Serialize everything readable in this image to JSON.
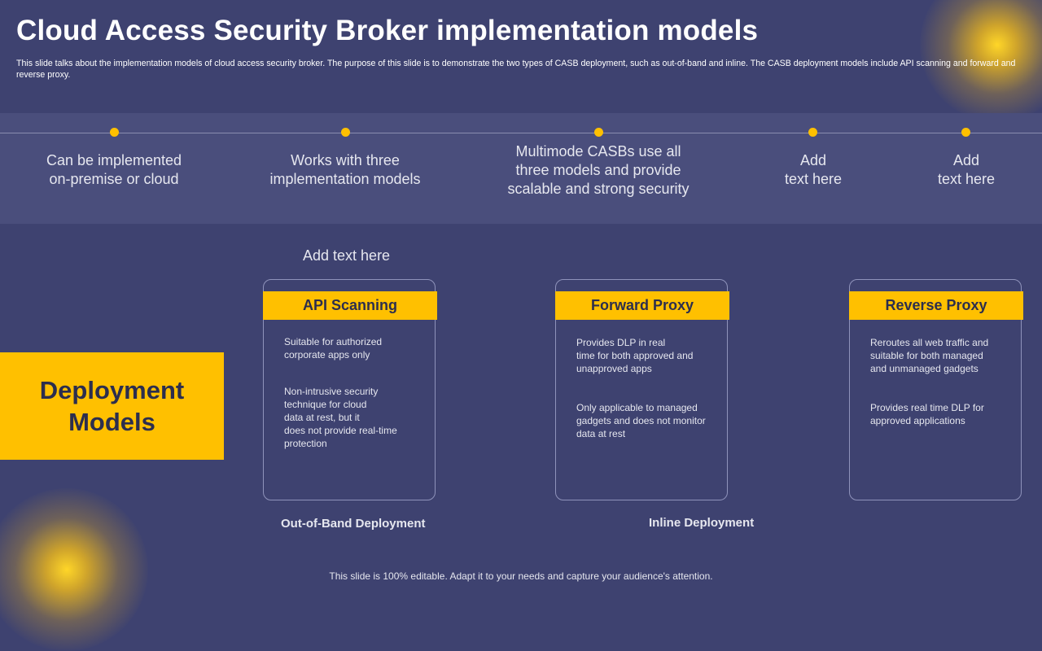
{
  "slide": {
    "title": "Cloud Access Security Broker implementation models",
    "subtitle": "This slide talks about the implementation models of cloud access security broker. The purpose of this slide is to demonstrate the two types of CASB deployment, such as out-of-band and inline. The CASB deployment models include API scanning and forward and reverse proxy.",
    "footer": "This slide is 100% editable. Adapt it to your needs and capture your audience's attention.",
    "accent_color": "#ffc000",
    "background_color": "#3e4270"
  },
  "timeline": {
    "points": [
      {
        "text": "Can be implemented\non-premise or cloud"
      },
      {
        "text": "Works with three\nimplementation models"
      },
      {
        "text": "Multimode CASBs use all\nthree models and provide\nscalable and strong security"
      },
      {
        "text": "Add\ntext here"
      },
      {
        "text": "Add\ntext here"
      }
    ]
  },
  "deployment": {
    "label": "Deployment\nModels",
    "add_text": "Add text here",
    "out_of_band_label": "Out-of-Band Deployment",
    "inline_label": "Inline Deployment"
  },
  "cards": [
    {
      "title": "API Scanning",
      "paragraphs": [
        "Suitable for  authorized\ncorporate apps only",
        "Non-intrusive  security\ntechnique for cloud\ndata at rest, but it\ndoes not provide  real-time\nprotection"
      ]
    },
    {
      "title": "Forward Proxy",
      "paragraphs": [
        "Provides DLP in real\ntime for both approved  and\nunapproved  apps",
        "Only applicable to managed\ngadgets and does not monitor\ndata at rest"
      ]
    },
    {
      "title": "Reverse Proxy",
      "paragraphs": [
        "Reroutes all web traffic  and\nsuitable for both managed\nand unmanaged gadgets",
        "Provides  real time DLP for\napproved  applications"
      ]
    }
  ]
}
